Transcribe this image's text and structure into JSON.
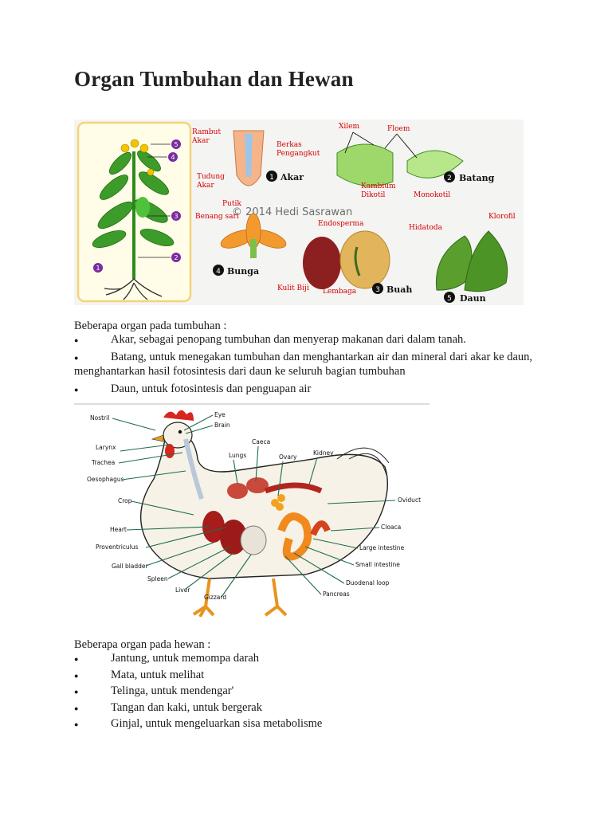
{
  "title": "Organ Tumbuhan dan Hewan",
  "plant_figure": {
    "labels": {
      "rambut_akar": "Rambut Akar",
      "rambut_line1": "Rambut",
      "rambut_line2": "Akar",
      "berkas_line1": "Berkas",
      "berkas_line2": "Pengangkut",
      "tudung_line1": "Tudung",
      "tudung_line2": "Akar",
      "xilem": "Xilem",
      "floem": "Floem",
      "kambium": "Kambium",
      "dikotil": "Dikotil",
      "monokotil": "Monokotil",
      "putik": "Putik",
      "benang_sari": "Benang sari",
      "endosperma": "Endosperma",
      "hidatoda": "Hidatoda",
      "klorofil": "Klorofil",
      "kulit_biji": "Kulit Biji",
      "lembaga": "Lembaga"
    },
    "parts": [
      "Akar",
      "Batang",
      "Bunga",
      "Buah",
      "Daun"
    ],
    "numbers": [
      "1",
      "2",
      "3",
      "4",
      "5"
    ],
    "watermark": "© 2014 Hedi Sasrawan"
  },
  "plant_intro": "Beberapa organ pada tumbuhan :",
  "plant_bullets": [
    "Akar, sebagai penopang tumbuhan dan menyerap makanan dari dalam tanah.",
    "Batang, untuk menegakan tumbuhan dan menghantarkan air dan mineral dari akar ke daun, menghantarkan hasil fotosintesis dari daun ke seluruh bagian tumbuhan",
    "Daun, untuk fotosintesis dan penguapan air"
  ],
  "chicken_figure": {
    "labels": {
      "nostril": "Nostril",
      "eye": "Eye",
      "brain": "Brain",
      "larynx": "Larynx",
      "trachea": "Trachea",
      "oesophagus": "Oesophagus",
      "caeca": "Caeca",
      "lungs": "Lungs",
      "ovary": "Ovary",
      "kidney": "Kidney",
      "crop": "Crop",
      "oviduct": "Oviduct",
      "heart": "Heart",
      "cloaca": "Cloaca",
      "proventriculus": "Proventriculus",
      "large_intestine": "Large intestine",
      "gall_bladder": "Gall bladder",
      "small_intestine": "Small intestine",
      "spleen": "Spleen",
      "duodenal_loop": "Duodenal loop",
      "liver": "Liver",
      "pancreas": "Pancreas",
      "gizzard": "Gizzard"
    }
  },
  "animal_intro": "Beberapa organ pada hewan :",
  "animal_bullets": [
    "Jantung, untuk memompa darah",
    "Mata, untuk melihat",
    "Telinga, untuk mendengar'",
    "Tangan dan kaki, untuk bergerak",
    "Ginjal, untuk mengeluarkan sisa metabolisme"
  ],
  "bullet_glyph": "●"
}
